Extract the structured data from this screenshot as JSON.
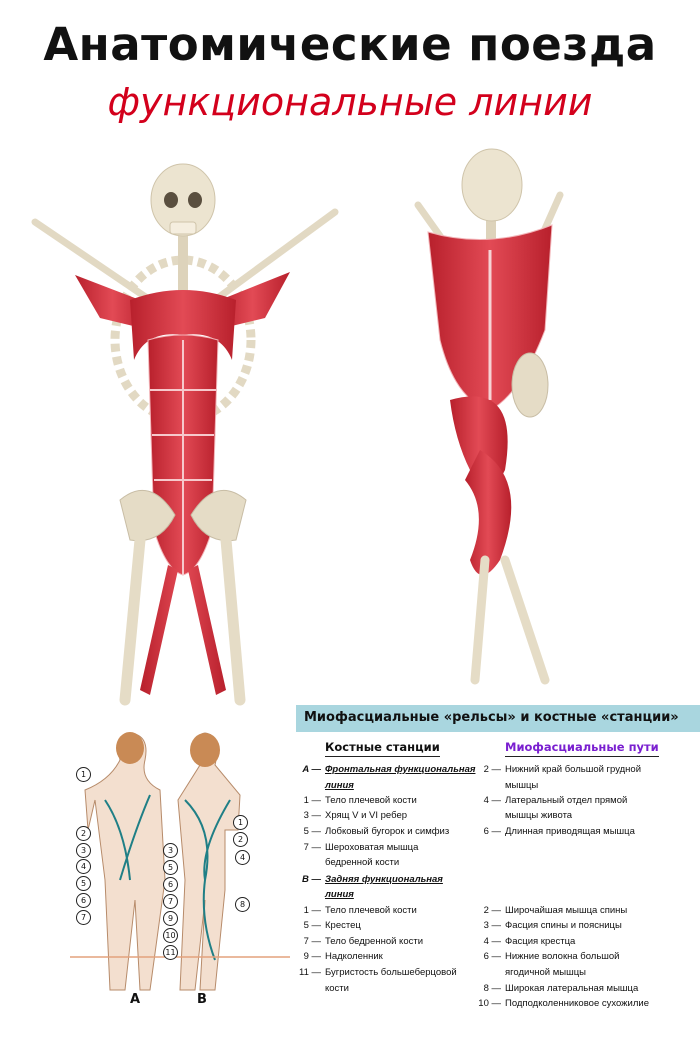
{
  "title": "Анатомические поезда",
  "subtitle": "функциональные линии",
  "table": {
    "heading": "Миофасциальные «рельсы» и костные «станции»",
    "bones_header": "Костные станции",
    "paths_header": "Миофасциальные пути",
    "paths_color": "#7a1fd0",
    "bones": [
      {
        "num": "A —",
        "text": "Фронтальная функциональная",
        "head": true
      },
      {
        "num": "",
        "text": "линия",
        "head": true
      },
      {
        "num": "1 —",
        "text": "Тело плечевой кости"
      },
      {
        "num": "3 —",
        "text": "Хрящ V и VI ребер"
      },
      {
        "num": "5 —",
        "text": "Лобковый бугорок и симфиз"
      },
      {
        "num": "7 —",
        "text": "Шероховатая мышца"
      },
      {
        "num": "",
        "text": "бедренной кости"
      },
      {
        "num": "B —",
        "text": "Задняя функциональная",
        "head": true
      },
      {
        "num": "",
        "text": "линия",
        "head": true
      },
      {
        "num": "1 —",
        "text": "Тело плечевой кости"
      },
      {
        "num": "5 —",
        "text": "Крестец"
      },
      {
        "num": "7 —",
        "text": "Тело бедренной кости"
      },
      {
        "num": "9 —",
        "text": "Надколенник"
      },
      {
        "num": "11 —",
        "text": "Бугристость большеберцовой"
      },
      {
        "num": "",
        "text": "кости"
      }
    ],
    "paths": [
      {
        "num": "2 —",
        "text": "Нижний край большой грудной",
        "slot": 0
      },
      {
        "num": "",
        "text": "мышцы",
        "slot": 1
      },
      {
        "num": "4 —",
        "text": "Латеральный отдел прямой",
        "slot": 2
      },
      {
        "num": "",
        "text": "мышцы живота",
        "slot": 3
      },
      {
        "num": "6 —",
        "text": "Длинная приводящая мышца",
        "slot": 4
      },
      {
        "num": "2 —",
        "text": "Широчайшая мышца спины",
        "slot": 9
      },
      {
        "num": "3 —",
        "text": "Фасция спины и поясницы",
        "slot": 10
      },
      {
        "num": "4 —",
        "text": "Фасция крестца",
        "slot": 11
      },
      {
        "num": "6 —",
        "text": "Нижние волокна большой",
        "slot": 12
      },
      {
        "num": "",
        "text": "ягодичной мышцы",
        "slot": 13
      },
      {
        "num": "8 —",
        "text": "Широкая латеральная мышца",
        "slot": 14
      },
      {
        "num": "10 —",
        "text": "Подподколенниковое сухожилие",
        "slot": 15
      }
    ]
  },
  "diagram": {
    "label_a": "A",
    "label_b": "B",
    "front_callouts": [
      "1",
      "2",
      "3",
      "4",
      "5",
      "6",
      "7"
    ],
    "back_callouts": [
      "1",
      "2",
      "4",
      "3",
      "5",
      "6",
      "7",
      "8",
      "9",
      "10",
      "11"
    ]
  },
  "colors": {
    "muscle": "#d6303d",
    "bone": "#e8e0cc",
    "line": "#1f7f86",
    "title_red": "#d3001c"
  }
}
